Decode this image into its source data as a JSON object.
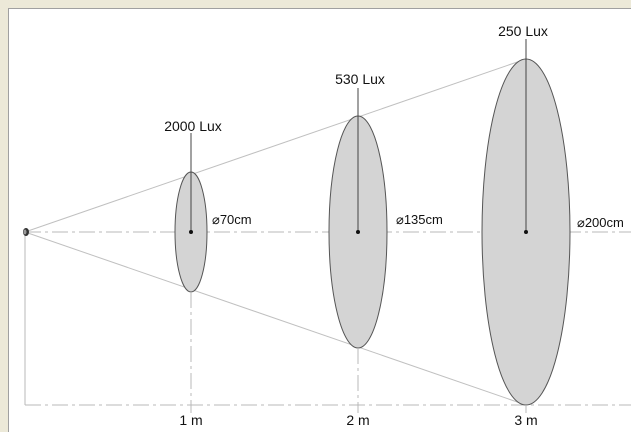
{
  "spots": [
    {
      "lux": "2000 Lux",
      "diameter": "⌀70cm",
      "distance": "1 m"
    },
    {
      "lux": "530 Lux",
      "diameter": "⌀135cm",
      "distance": "2 m"
    },
    {
      "lux": "250 Lux",
      "diameter": "⌀200cm",
      "distance": "3 m"
    }
  ],
  "colors": {
    "background": "#ece9d8",
    "canvas": "#ffffff",
    "ellipse_fill": "#d4d4d4",
    "ellipse_stroke": "#555555",
    "guide_lines": "#b0b0b0"
  }
}
